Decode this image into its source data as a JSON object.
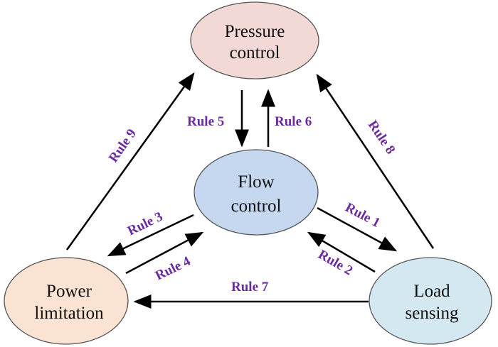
{
  "nodes": {
    "pressure": {
      "lines": [
        "Pressure",
        "control"
      ],
      "fill": "#f2d9d6"
    },
    "flow": {
      "lines": [
        "Flow",
        "control"
      ],
      "fill": "#c5d8ef"
    },
    "power": {
      "lines": [
        "Power",
        "limitation"
      ],
      "fill": "#fae3d3"
    },
    "load": {
      "lines": [
        "Load",
        "sensing"
      ],
      "fill": "#d4e8f2"
    }
  },
  "edges": [
    {
      "rule": "Rule 1",
      "from": "Flow control",
      "to": "Load sensing"
    },
    {
      "rule": "Rule 2",
      "from": "Load sensing",
      "to": "Flow control"
    },
    {
      "rule": "Rule 3",
      "from": "Flow control",
      "to": "Power limitation"
    },
    {
      "rule": "Rule 4",
      "from": "Power limitation",
      "to": "Flow control"
    },
    {
      "rule": "Rule 5",
      "from": "Pressure control",
      "to": "Flow control"
    },
    {
      "rule": "Rule 6",
      "from": "Flow control",
      "to": "Pressure control"
    },
    {
      "rule": "Rule 7",
      "from": "Load sensing",
      "to": "Power limitation"
    },
    {
      "rule": "Rule 8",
      "from": "Load sensing",
      "to": "Pressure control"
    },
    {
      "rule": "Rule 9",
      "from": "Power limitation",
      "to": "Pressure control"
    }
  ],
  "colors": {
    "rule_label": "#6a2aa0",
    "arrow": "#000000"
  }
}
